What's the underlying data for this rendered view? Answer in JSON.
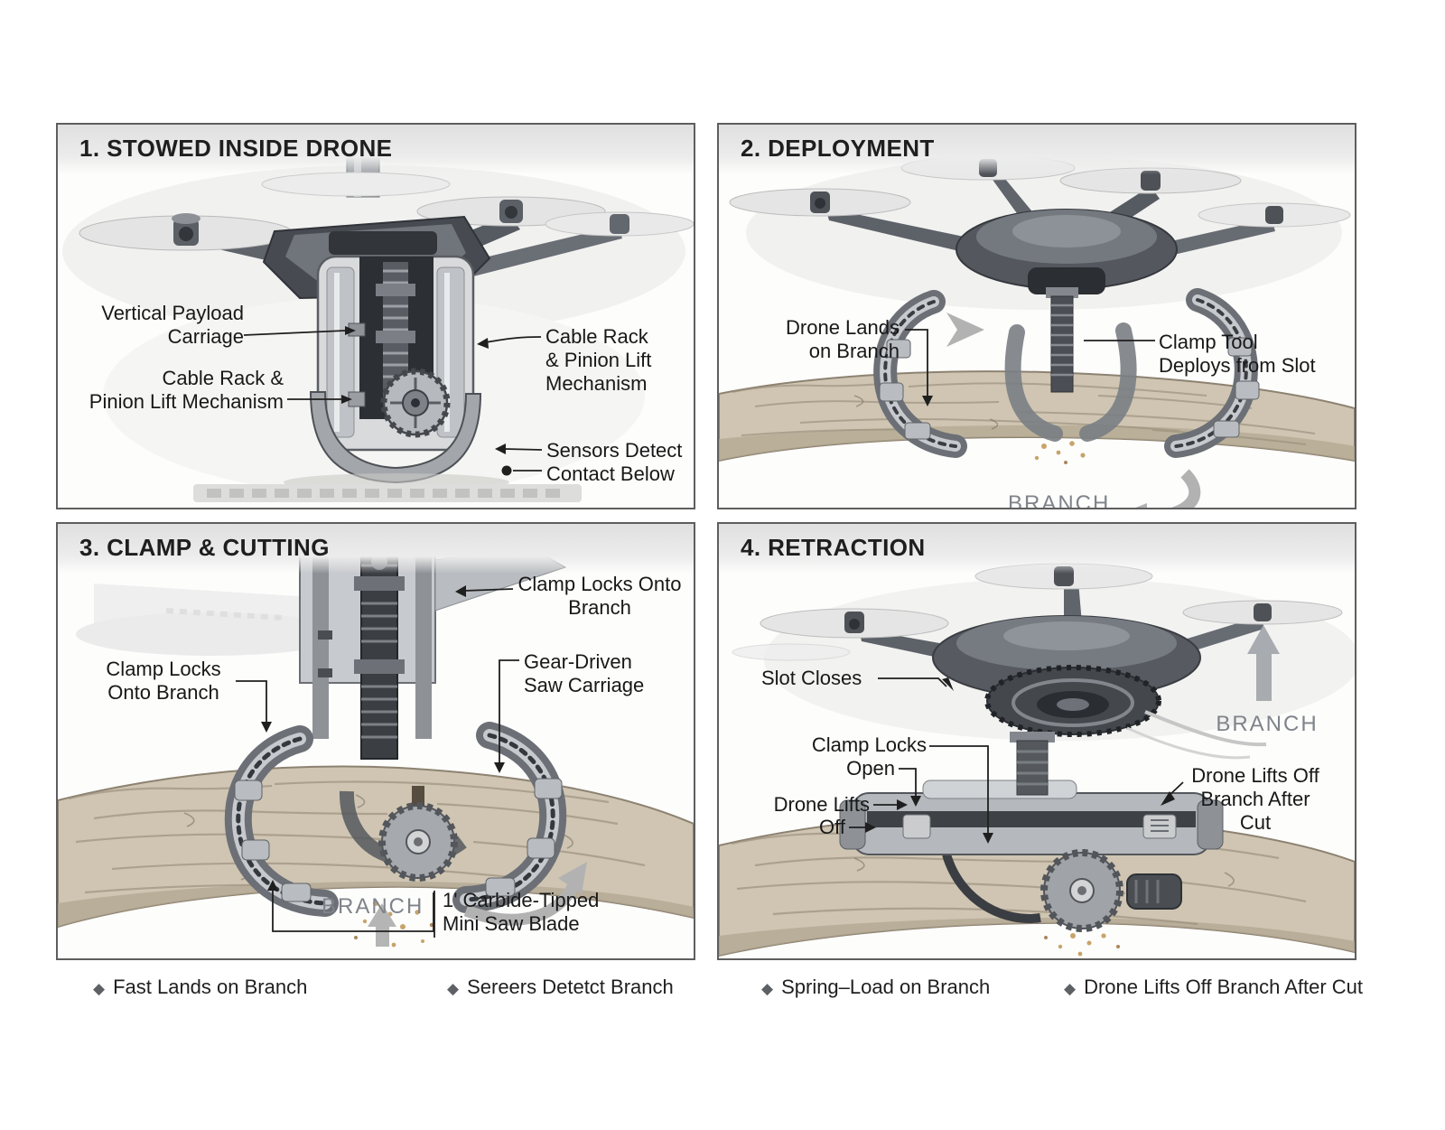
{
  "page": {
    "background": "#ffffff"
  },
  "colors": {
    "ink": "#181818",
    "muted_branch_label": "#7f848a",
    "panel_border": "#5e5e5e",
    "arrow_gray": "#b2b2b2",
    "branch_tan": "#cfc5b2",
    "bark_line": "#9a8f7b",
    "metal_dark": "#4a4e54",
    "metal_light": "#d8dadc",
    "sawdust": "#c8a36a"
  },
  "p1": {
    "title": "1. STOWED INSIDE DRONE",
    "labels": {
      "vertical_payload": "Vertical Payload\nCarriage",
      "cable_rack_left": "Cable Rack &\nPinion Lift Mechanism",
      "cable_rack_right": "Cable Rack\n& Pinion Lift\nMechanism",
      "sensors": "Sensors Detect\nContact Below"
    }
  },
  "p2": {
    "title": "2. DEPLOYMENT",
    "labels": {
      "drone_lands": "Drone Lands\non Branch",
      "clamp_tool": "Clamp Tool\nDeploys from Slot",
      "branch": "BRANCH"
    }
  },
  "p3": {
    "title": "3. CLAMP & CUTTING",
    "labels": {
      "clamp_locks_top": "Clamp Locks Onto\nBranch",
      "clamp_locks_left": "Clamp Locks\nOnto Branch",
      "gear_driven": "Gear-Driven\nSaw Carriage",
      "branch": "BRANCH",
      "saw_blade": "1' Carbide-Tipped\nMini Saw Blade"
    }
  },
  "p4": {
    "title": "4. RETRACTION",
    "labels": {
      "slot_closes": "Slot Closes",
      "clamp_locks": "Clamp Locks",
      "open": "Open",
      "drone_lifts": "Drone Lifts",
      "off": "Off",
      "branch": "BRANCH",
      "lifts_off_right": "Drone Lifts Off\nBranch After\nCut"
    }
  },
  "footer": {
    "items": [
      {
        "bullet": "◆",
        "text": "Fast Lands on Branch"
      },
      {
        "bullet": "◆",
        "text": "Sereers Detetct Branch"
      },
      {
        "bullet": "◆",
        "text": "Spring–Load on Branch"
      },
      {
        "bullet": "◆",
        "text": "Drone Lifts Off Branch After Cut"
      }
    ]
  }
}
